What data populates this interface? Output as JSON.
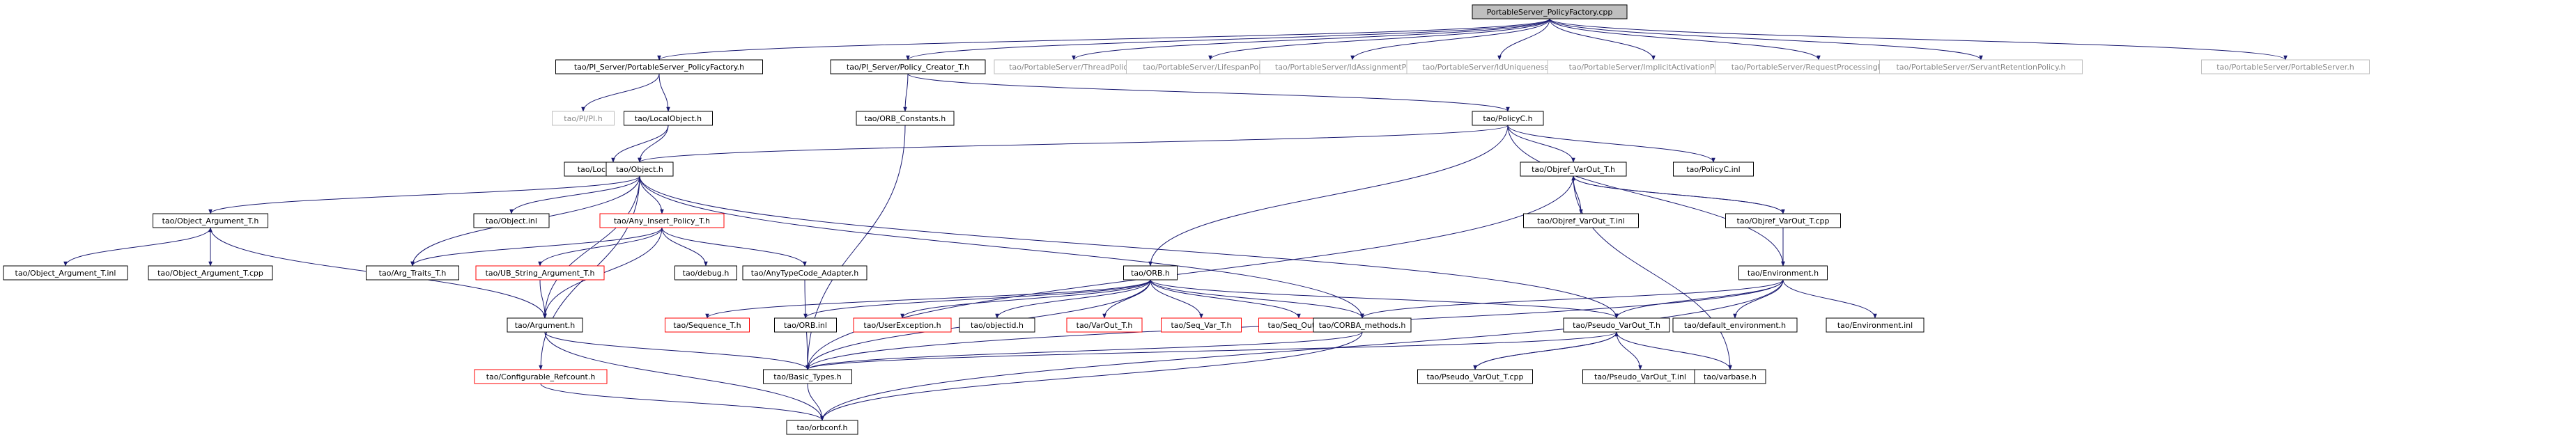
{
  "colors": {
    "edge": "#191970",
    "border_default": "#000000",
    "border_missing": "#bfbfbf",
    "border_highlight": "#ff0000",
    "root_fill": "#bfbfbf",
    "node_fill": "#ffffff",
    "text_default": "#000000",
    "text_missing": "#888888"
  },
  "graph": {
    "nodes": [
      {
        "id": "root",
        "label": "PortableServer_PolicyFactory.cpp",
        "kind": "root"
      },
      {
        "id": "n1",
        "label": "tao/PI_Server/PortableServer_PolicyFactory.h",
        "kind": "normal"
      },
      {
        "id": "n2",
        "label": "tao/PI_Server/Policy_Creator_T.h",
        "kind": "normal"
      },
      {
        "id": "n3",
        "label": "tao/PortableServer/ThreadPolicy.h",
        "kind": "missing"
      },
      {
        "id": "n4",
        "label": "tao/PortableServer/LifespanPolicy.h",
        "kind": "missing"
      },
      {
        "id": "n5",
        "label": "tao/PortableServer/IdAssignmentPolicy.h",
        "kind": "missing"
      },
      {
        "id": "n6",
        "label": "tao/PortableServer/IdUniquenessPolicy.h",
        "kind": "missing"
      },
      {
        "id": "n7",
        "label": "tao/PortableServer/ImplicitActivationPolicy.h",
        "kind": "missing"
      },
      {
        "id": "n8",
        "label": "tao/PortableServer/RequestProcessingPolicy.h",
        "kind": "missing"
      },
      {
        "id": "n9",
        "label": "tao/PortableServer/ServantRetentionPolicy.h",
        "kind": "missing"
      },
      {
        "id": "n10",
        "label": "tao/PortableServer/PortableServer.h",
        "kind": "missing"
      },
      {
        "id": "n11",
        "label": "tao/PI/PI.h",
        "kind": "missing"
      },
      {
        "id": "n12",
        "label": "tao/LocalObject.h",
        "kind": "normal"
      },
      {
        "id": "n13",
        "label": "tao/ORB_Constants.h",
        "kind": "normal"
      },
      {
        "id": "n14",
        "label": "tao/PolicyC.h",
        "kind": "normal"
      },
      {
        "id": "n15",
        "label": "tao/LocalObject.inl",
        "kind": "normal"
      },
      {
        "id": "n16",
        "label": "tao/Object.h",
        "kind": "normal"
      },
      {
        "id": "n17",
        "label": "tao/Objref_VarOut_T.h",
        "kind": "normal"
      },
      {
        "id": "n18",
        "label": "tao/PolicyC.inl",
        "kind": "normal"
      },
      {
        "id": "n19",
        "label": "tao/Object_Argument_T.h",
        "kind": "normal"
      },
      {
        "id": "n20",
        "label": "tao/Object.inl",
        "kind": "normal"
      },
      {
        "id": "n21",
        "label": "tao/Any_Insert_Policy_T.h",
        "kind": "highlight"
      },
      {
        "id": "n22",
        "label": "tao/Objref_VarOut_T.inl",
        "kind": "normal"
      },
      {
        "id": "n23",
        "label": "tao/Objref_VarOut_T.cpp",
        "kind": "normal"
      },
      {
        "id": "n24",
        "label": "tao/Object_Argument_T.inl",
        "kind": "normal"
      },
      {
        "id": "n25",
        "label": "tao/Object_Argument_T.cpp",
        "kind": "normal"
      },
      {
        "id": "n26",
        "label": "tao/Arg_Traits_T.h",
        "kind": "normal"
      },
      {
        "id": "n27",
        "label": "tao/UB_String_Argument_T.h",
        "kind": "highlight"
      },
      {
        "id": "n28",
        "label": "tao/debug.h",
        "kind": "normal"
      },
      {
        "id": "n29",
        "label": "tao/AnyTypeCode_Adapter.h",
        "kind": "normal"
      },
      {
        "id": "n30",
        "label": "tao/ORB.h",
        "kind": "normal"
      },
      {
        "id": "n31",
        "label": "tao/Environment.h",
        "kind": "normal"
      },
      {
        "id": "n32",
        "label": "tao/Argument.h",
        "kind": "normal"
      },
      {
        "id": "n33",
        "label": "tao/Sequence_T.h",
        "kind": "highlight"
      },
      {
        "id": "n34",
        "label": "tao/ORB.inl",
        "kind": "normal"
      },
      {
        "id": "n35",
        "label": "tao/UserException.h",
        "kind": "highlight"
      },
      {
        "id": "n36",
        "label": "tao/objectid.h",
        "kind": "normal"
      },
      {
        "id": "n37",
        "label": "tao/VarOut_T.h",
        "kind": "highlight"
      },
      {
        "id": "n38",
        "label": "tao/Seq_Var_T.h",
        "kind": "highlight"
      },
      {
        "id": "n39",
        "label": "tao/Seq_Out_T.h",
        "kind": "highlight"
      },
      {
        "id": "n40",
        "label": "tao/CORBA_methods.h",
        "kind": "normal"
      },
      {
        "id": "n41",
        "label": "tao/Pseudo_VarOut_T.h",
        "kind": "normal"
      },
      {
        "id": "n42",
        "label": "tao/default_environment.h",
        "kind": "normal"
      },
      {
        "id": "n43",
        "label": "tao/Environment.inl",
        "kind": "normal"
      },
      {
        "id": "n44",
        "label": "tao/Configurable_Refcount.h",
        "kind": "highlight"
      },
      {
        "id": "n45",
        "label": "tao/Basic_Types.h",
        "kind": "normal"
      },
      {
        "id": "n46",
        "label": "tao/Pseudo_VarOut_T.cpp",
        "kind": "normal"
      },
      {
        "id": "n47",
        "label": "tao/Pseudo_VarOut_T.inl",
        "kind": "normal"
      },
      {
        "id": "n48",
        "label": "tao/varbase.h",
        "kind": "normal"
      },
      {
        "id": "n49",
        "label": "tao/orbconf.h",
        "kind": "normal"
      }
    ],
    "edges": [
      [
        "root",
        "n1"
      ],
      [
        "root",
        "n2"
      ],
      [
        "root",
        "n3"
      ],
      [
        "root",
        "n4"
      ],
      [
        "root",
        "n5"
      ],
      [
        "root",
        "n6"
      ],
      [
        "root",
        "n7"
      ],
      [
        "root",
        "n8"
      ],
      [
        "root",
        "n9"
      ],
      [
        "root",
        "n10"
      ],
      [
        "n1",
        "n11"
      ],
      [
        "n1",
        "n12"
      ],
      [
        "n2",
        "n13"
      ],
      [
        "n2",
        "n14"
      ],
      [
        "n12",
        "n15"
      ],
      [
        "n12",
        "n16"
      ],
      [
        "n13",
        "n45"
      ],
      [
        "n14",
        "n16"
      ],
      [
        "n14",
        "n17"
      ],
      [
        "n14",
        "n18"
      ],
      [
        "n14",
        "n30"
      ],
      [
        "n14",
        "n31"
      ],
      [
        "n16",
        "n19"
      ],
      [
        "n16",
        "n20"
      ],
      [
        "n16",
        "n21"
      ],
      [
        "n16",
        "n26"
      ],
      [
        "n16",
        "n32"
      ],
      [
        "n16",
        "n44"
      ],
      [
        "n16",
        "n40"
      ],
      [
        "n16",
        "n41"
      ],
      [
        "n17",
        "n22"
      ],
      [
        "n17",
        "n23"
      ],
      [
        "n17",
        "n45"
      ],
      [
        "n17",
        "n48"
      ],
      [
        "n23",
        "n17"
      ],
      [
        "n23",
        "n31"
      ],
      [
        "n19",
        "n24"
      ],
      [
        "n19",
        "n25"
      ],
      [
        "n19",
        "n32"
      ],
      [
        "n25",
        "n19"
      ],
      [
        "n21",
        "n26"
      ],
      [
        "n21",
        "n27"
      ],
      [
        "n21",
        "n28"
      ],
      [
        "n21",
        "n29"
      ],
      [
        "n21",
        "n32"
      ],
      [
        "n27",
        "n32"
      ],
      [
        "n29",
        "n45"
      ],
      [
        "n30",
        "n33"
      ],
      [
        "n30",
        "n34"
      ],
      [
        "n30",
        "n35"
      ],
      [
        "n30",
        "n36"
      ],
      [
        "n30",
        "n37"
      ],
      [
        "n30",
        "n38"
      ],
      [
        "n30",
        "n39"
      ],
      [
        "n30",
        "n40"
      ],
      [
        "n30",
        "n41"
      ],
      [
        "n30",
        "n45"
      ],
      [
        "n31",
        "n40"
      ],
      [
        "n31",
        "n41"
      ],
      [
        "n31",
        "n42"
      ],
      [
        "n31",
        "n43"
      ],
      [
        "n31",
        "n45"
      ],
      [
        "n31",
        "n49"
      ],
      [
        "n32",
        "n45"
      ],
      [
        "n32",
        "n49"
      ],
      [
        "n40",
        "n45"
      ],
      [
        "n40",
        "n49"
      ],
      [
        "n41",
        "n46"
      ],
      [
        "n41",
        "n47"
      ],
      [
        "n41",
        "n48"
      ],
      [
        "n41",
        "n45"
      ],
      [
        "n46",
        "n41"
      ],
      [
        "n44",
        "n49"
      ],
      [
        "n45",
        "n49"
      ]
    ]
  }
}
